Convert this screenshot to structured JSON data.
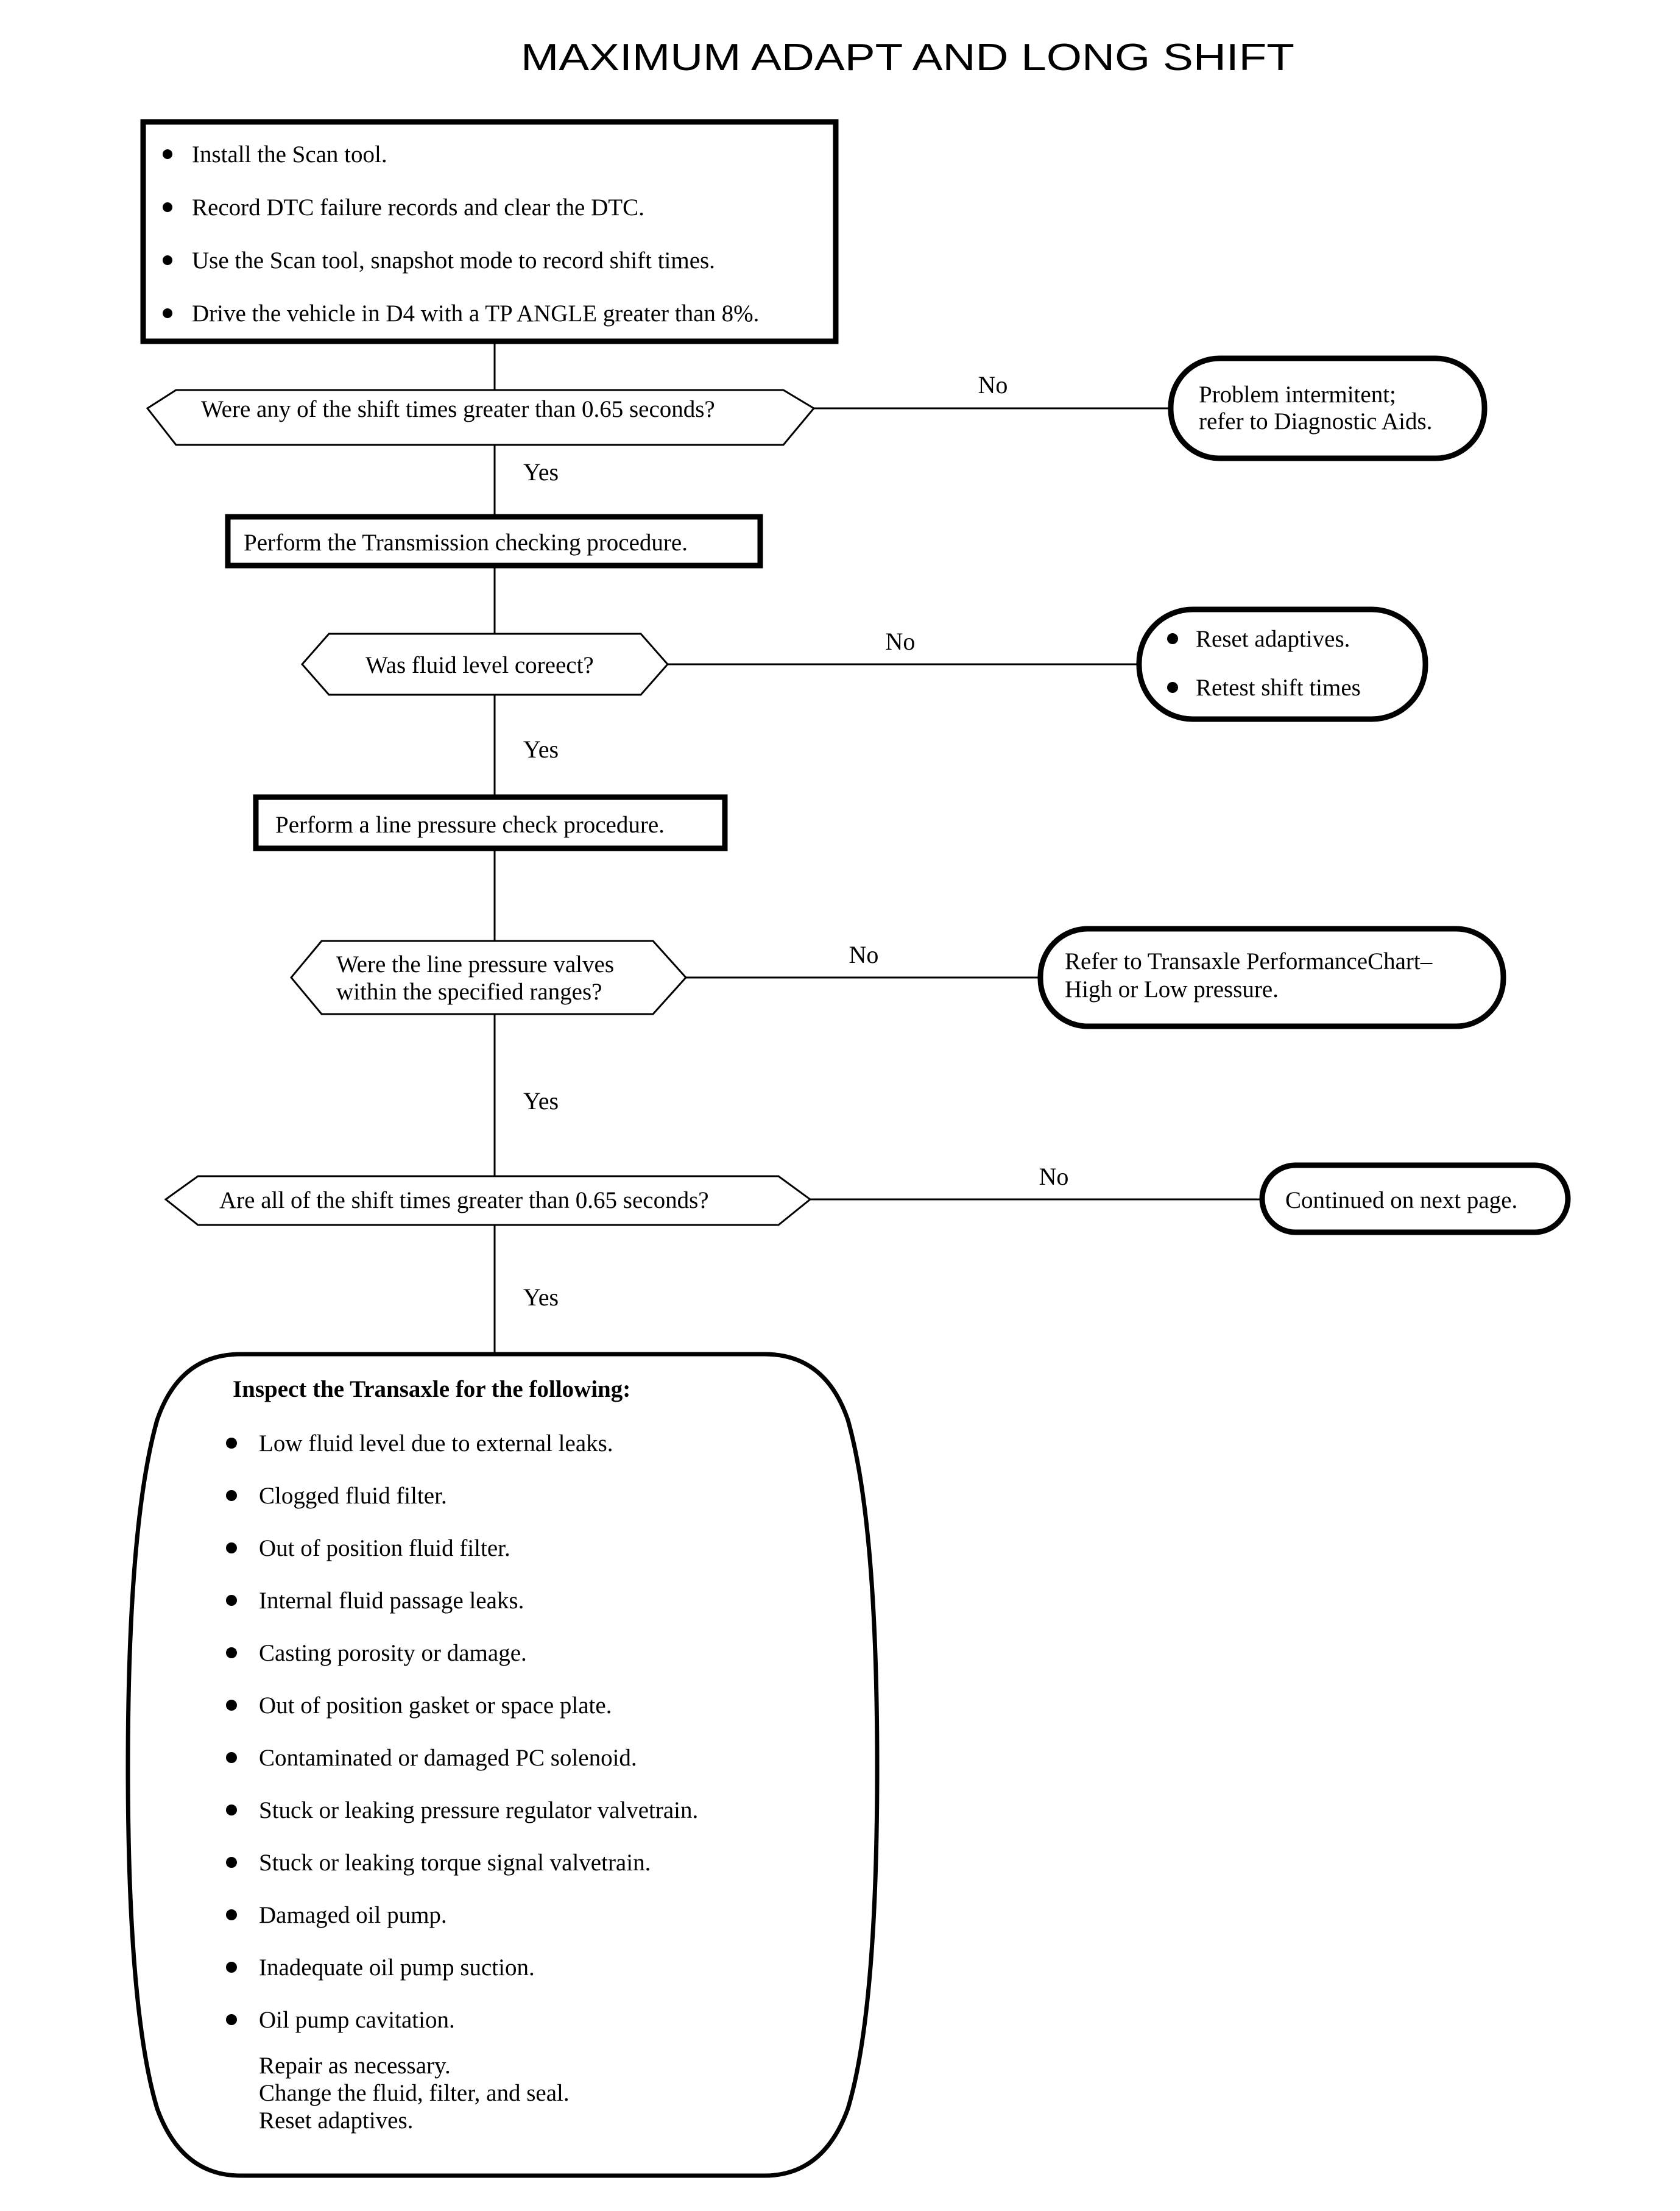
{
  "title": "MAXIMUM ADAPT AND LONG SHIFT",
  "nodes": {
    "start_box": {
      "type": "process-box",
      "bullets": [
        "Install the Scan tool.",
        "Record DTC failure records and clear the DTC.",
        "Use the Scan tool, snapshot mode to record shift times.",
        "Drive the vehicle in D4 with a TP ANGLE greater than 8%."
      ]
    },
    "decision_1": {
      "type": "decision-hexagon",
      "text": "Were any of the shift times greater than 0.65 seconds?"
    },
    "terminal_1": {
      "type": "terminal-rounded",
      "lines": [
        "Problem intermitent;",
        "refer to Diagnostic Aids."
      ]
    },
    "process_1": {
      "type": "process-box",
      "text": "Perform the Transmission checking procedure."
    },
    "decision_2": {
      "type": "decision-hexagon",
      "text": "Was fluid level coreect?"
    },
    "terminal_2": {
      "type": "terminal-rounded",
      "bullets": [
        "Reset adaptives.",
        "Retest shift times"
      ]
    },
    "process_2": {
      "type": "process-box",
      "text": "Perform a line pressure check procedure."
    },
    "decision_3": {
      "type": "decision-hexagon",
      "lines": [
        "Were the line pressure valves",
        "within the specified ranges?"
      ]
    },
    "terminal_3": {
      "type": "terminal-rounded",
      "lines": [
        "Refer to Transaxle PerformanceChart–",
        "High or Low pressure."
      ]
    },
    "decision_4": {
      "type": "decision-hexagon",
      "text": "Are all of the shift times greater than 0.65 seconds?"
    },
    "terminal_4": {
      "type": "terminal-rounded",
      "text": "Continued on next page."
    },
    "inspect_barrel": {
      "type": "barrel",
      "heading": "Inspect the Transaxle for the following:",
      "bullets": [
        "Low fluid level due to external leaks.",
        "Clogged fluid filter.",
        "Out of position fluid filter.",
        "Internal fluid passage leaks.",
        "Casting porosity or damage.",
        "Out of position gasket or space plate.",
        "Contaminated or damaged PC solenoid.",
        "Stuck or leaking pressure regulator valvetrain.",
        "Stuck or leaking torque signal valvetrain.",
        "Damaged oil pump.",
        "Inadequate oil pump suction.",
        "Oil pump cavitation."
      ],
      "footer": [
        "Repair as necessary.",
        "Change the fluid, filter, and seal.",
        "Reset adaptives."
      ]
    }
  },
  "edge_labels": {
    "no_1": "No",
    "yes_1": "Yes",
    "no_2": "No",
    "yes_2": "Yes",
    "no_3": "No",
    "yes_3": "Yes",
    "no_4": "No",
    "yes_4": "Yes"
  },
  "colors": {
    "ink": "#000000",
    "paper": "#ffffff"
  }
}
